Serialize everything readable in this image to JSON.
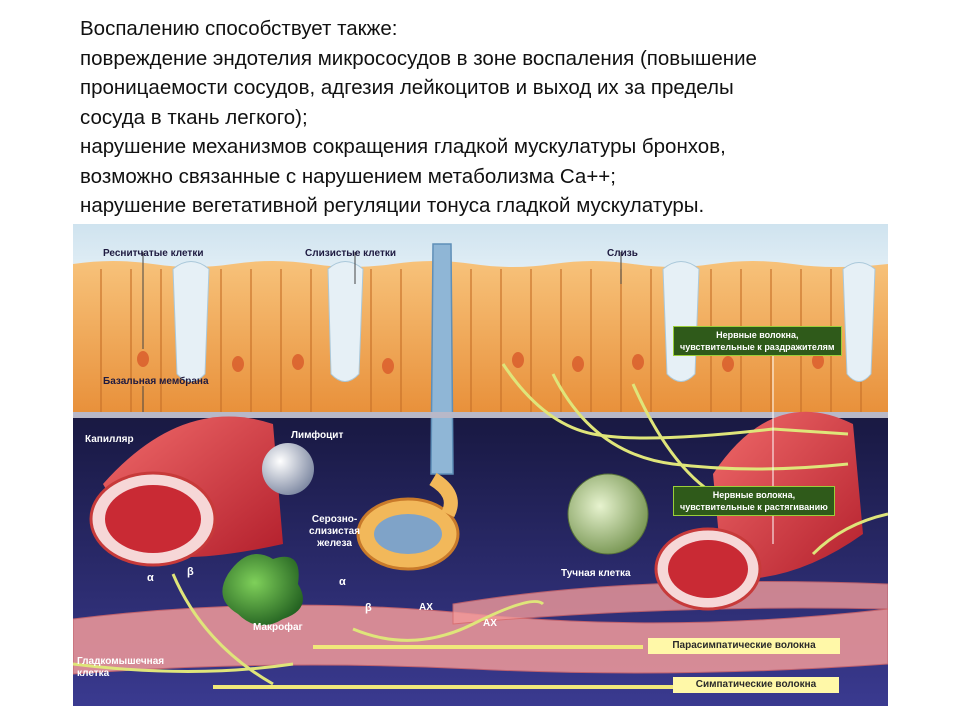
{
  "slide": {
    "lines": [
      "Воспалению способствует также:",
      "повреждение эндотелия микрососудов в зоне воспаления (повышение",
      "проницаемости сосудов, адгезия лейкоцитов и выход их за пределы",
      "сосуда в ткань легкого);",
      "нарушение механизмов сокращения гладкой мускулатуры бронхов,",
      "возможно связанные с нарушением метаболизма Са++;",
      "нарушение вегетативной регуляции тонуса гладкой мускулатуры."
    ]
  },
  "diagram": {
    "labels": {
      "ciliated_cells": "Реснитчатые клетки",
      "mucous_cells": "Слизистые клетки",
      "mucus": "Слизь",
      "basal_membrane": "Базальная мембрана",
      "capillary": "Капилляр",
      "lymphocyte": "Лимфоцит",
      "serous_gland": "Серозно-\nслизистая\nжелеза",
      "macrophage": "Макрофаг",
      "mast_cell": "Тучная клетка",
      "smooth_muscle": "Гладкомышечная\nклетка",
      "nerve_irritant": "Нервные волокна,\nчувствительные к раздражителям",
      "nerve_stretch": "Нервные волокна,\nчувствительные к растягиванию",
      "parasympathetic": "Парасимпатические волокна",
      "sympathetic": "Симпатические волокна",
      "alpha": "α",
      "beta": "β",
      "ach": "АХ"
    },
    "colors": {
      "epithelium": "#f0a24a",
      "lumen": "#e8f2f8",
      "submucosa": "#0a0a10",
      "deep_tissue": "#2a2a7a",
      "vessel": "#d8343e",
      "nerve": "#e8ee6a",
      "label_box": "#2f5a1a",
      "fiber_box": "#fff8a8"
    }
  }
}
